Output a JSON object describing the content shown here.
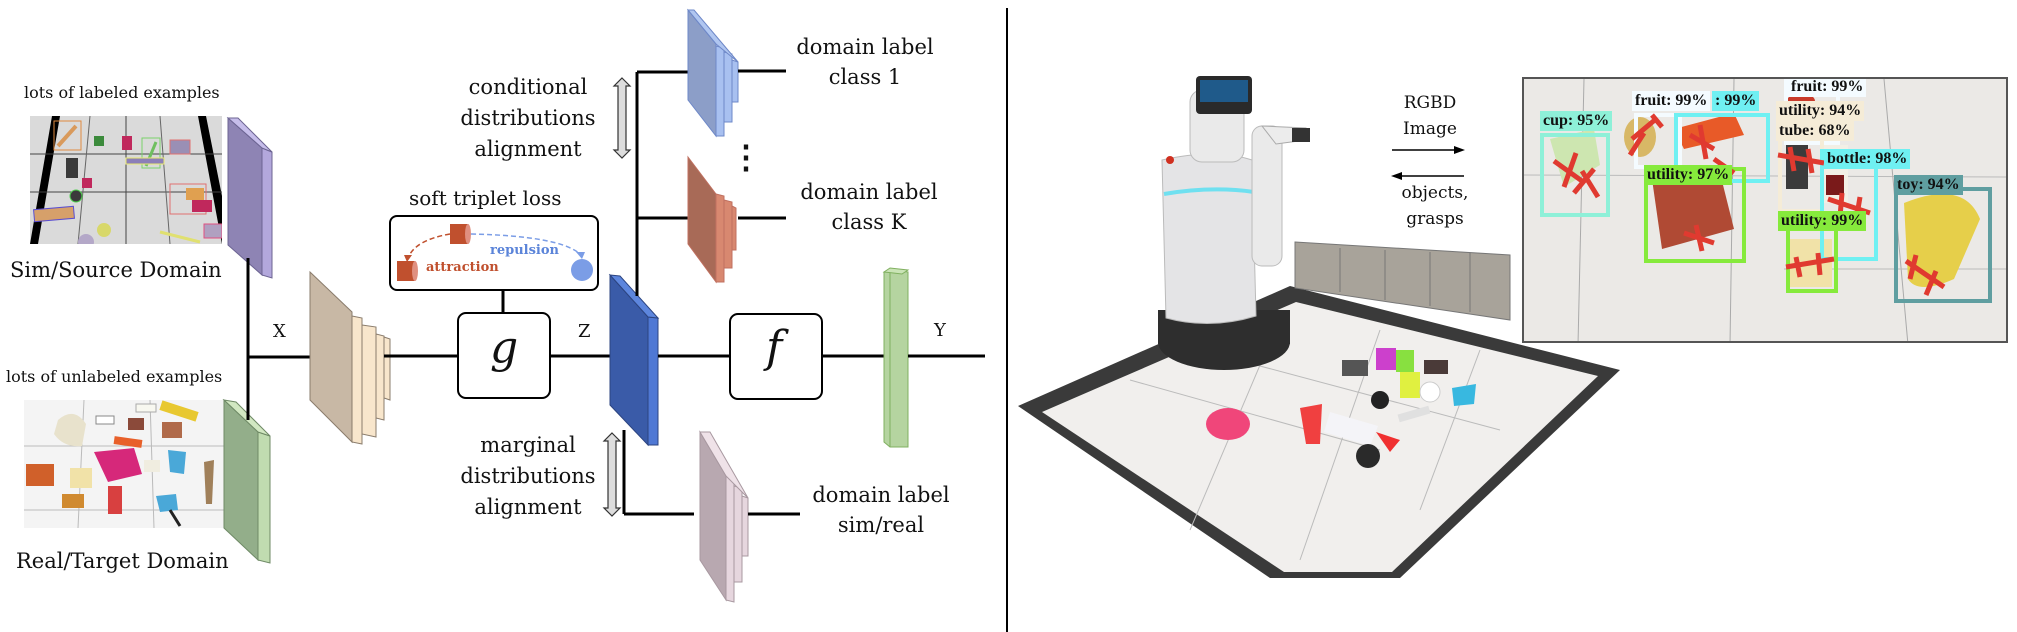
{
  "left_panel": {
    "source": {
      "caption_top": "lots of labeled examples",
      "caption_bottom": "Sim/Source Domain"
    },
    "target": {
      "caption_top": "lots of unlabeled examples",
      "caption_bottom": "Real/Target Domain"
    },
    "signals": {
      "x": "X",
      "z": "Z",
      "y": "Y"
    },
    "modules": {
      "g": "g",
      "f": "f"
    },
    "triplet": {
      "title": "soft triplet loss",
      "attraction": "attraction",
      "repulsion": "repulsion"
    },
    "conditional": {
      "line1": "conditional",
      "line2": "distributions",
      "line3": "alignment"
    },
    "marginal": {
      "line1": "marginal",
      "line2": "distributions",
      "line3": "alignment"
    },
    "heads": [
      {
        "line1": "domain label",
        "line2": "class 1"
      },
      {
        "line1": "domain label",
        "line2": "class K"
      },
      {
        "line1": "domain label",
        "line2": "sim/real"
      }
    ],
    "ellipsis": "⋮"
  },
  "right_panel": {
    "arrow_out": {
      "line1": "RGBD",
      "line2": "Image"
    },
    "arrow_in": {
      "line1": "objects,",
      "line2": "grasps"
    },
    "detections": [
      {
        "label": "cup: 95%",
        "color": "#8ef0d8"
      },
      {
        "label": "fruit: 99%",
        "color": "#f4fbff"
      },
      {
        "label": ": 99%",
        "color": "#6ff0f2"
      },
      {
        "label": "fruit: 99%",
        "color": "#f4fbff"
      },
      {
        "label": "utility: 94%",
        "color": "#f5ecd7"
      },
      {
        "label": "tube: 68%",
        "color": "#f5ecd7"
      },
      {
        "label": "bottle: 98%",
        "color": "#6ff0f2"
      },
      {
        "label": "utility: 97%",
        "color": "#86ea3c"
      },
      {
        "label": "utility: 99%",
        "color": "#86ea3c"
      },
      {
        "label": "toy: 94%",
        "color": "#5f9ea0"
      }
    ]
  },
  "colors": {
    "source_block": "#8e84b4",
    "target_block": "#93ae8a",
    "encoder_block": "#c8b8a5",
    "z_block": "#3a5ba8",
    "class1_block": "#8c9ec8",
    "classK_block": "#a86a57",
    "simreal_block": "#b8a8b0",
    "output_block": "#b5d4a0",
    "attraction": "#c0502e",
    "repulsion": "#5b84d9"
  }
}
